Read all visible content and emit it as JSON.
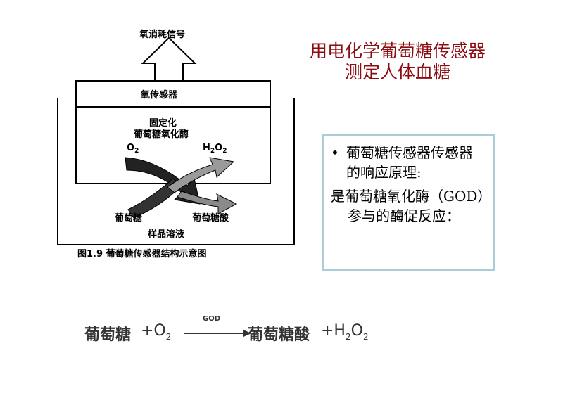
{
  "title": {
    "line1": "用电化学葡萄糖传感器",
    "line2": "测定人体血糖"
  },
  "diagram": {
    "top_label": "氧消耗信号",
    "sensor_label": "氧传感器",
    "enzyme_line1": "固定化",
    "enzyme_line2": "葡萄糖氧化酶",
    "o2_label": "O",
    "o2_sub": "2",
    "h2o2_label_h": "H",
    "h2o2_sub1": "2",
    "h2o2_label_o": "O",
    "h2o2_sub2": "2",
    "glucose_label": "葡萄糖",
    "acid_label": "葡萄糖酸",
    "sample_label": "样品溶液",
    "caption": "图1.9 葡萄糖传感器结构示意图"
  },
  "infobox": {
    "bullet": "•",
    "bullet_text": "葡萄糖传感器传感器的响应原理:",
    "paragraph": "是葡萄糖氧化酶（GOD）参与的酶促反应："
  },
  "equation": {
    "reactant": "葡萄糖",
    "plus1": "+O",
    "o2_sub": "2",
    "catalyst": "GOD",
    "product": "葡萄糖酸",
    "plus2": "+H",
    "h_sub": "2",
    "o_letter": "O",
    "o_sub": "2"
  },
  "colors": {
    "title": "#8b0c12",
    "infobox_border": "#a9ccd6"
  }
}
